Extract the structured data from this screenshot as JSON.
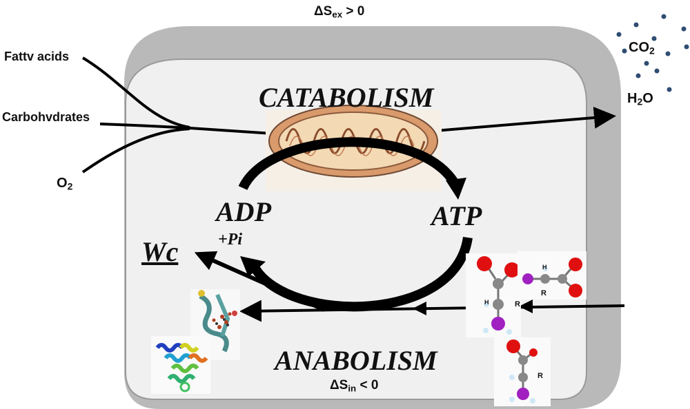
{
  "entropy_external": {
    "delta": "ΔS",
    "sub": "ex",
    "rest": " > 0"
  },
  "entropy_internal": {
    "delta": "ΔS",
    "sub": "in",
    "rest": " < 0"
  },
  "inputs": {
    "fatty_acids": "Fattv acids",
    "carbohydrates": "Carbohvdrates",
    "oxygen": {
      "base": "O",
      "sub": "2"
    }
  },
  "outputs": {
    "co2": {
      "base": "CO",
      "sub": "2"
    },
    "h2o": {
      "base": "H",
      "sub": "2",
      "rest": "O"
    }
  },
  "processes": {
    "catabolism": "CATABOLISM",
    "anabolism": "ANABOLISM"
  },
  "cycle": {
    "adp": "ADP",
    "pi": "+Pi",
    "atp": "ATP"
  },
  "work": "Wc",
  "amino_acid_labels": {
    "r": "R",
    "h": "H"
  },
  "colors": {
    "cell_outer": "#b9b9b9",
    "cell_inner": "#f0f0f0",
    "arrow": "#000000",
    "co2_dots": "#2f4d72",
    "mito_outer": "#d99a6c",
    "mito_inner": "#f3d9b4",
    "oxygen_atom": "#e01010",
    "nitrogen_atom": "#a020c0",
    "carbon_atom": "#888888",
    "hydrogen_atom": "#cfe8f6"
  },
  "icons": [
    "mitochondrion-icon",
    "protein-structure-icon",
    "helix-protein-icon",
    "amino-acid-molecule-icon"
  ]
}
